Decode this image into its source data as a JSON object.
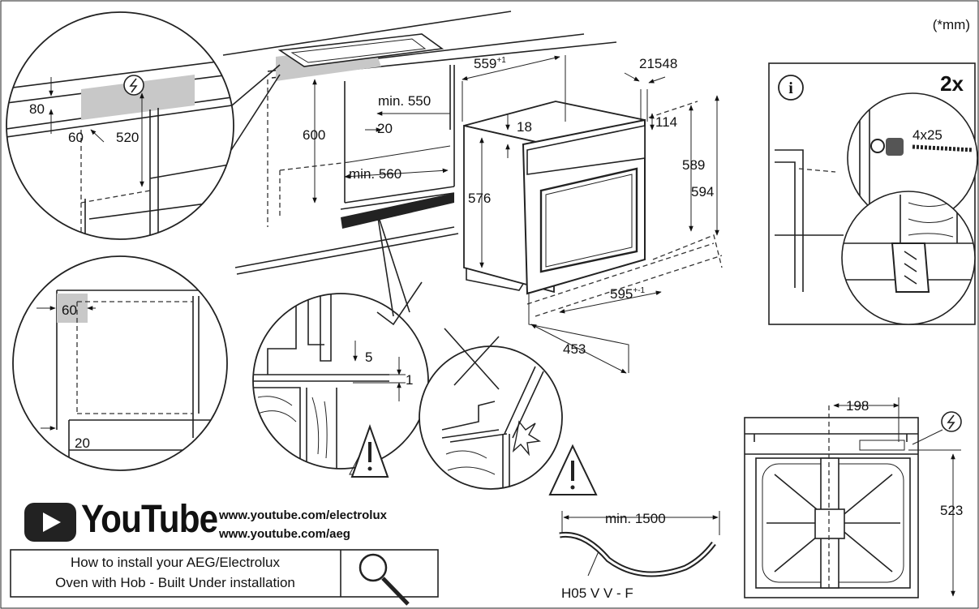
{
  "unit_note": "(*mm)",
  "worktop": {
    "dim_600": "600",
    "dim_min550": "min. 550",
    "dim_20": "20",
    "dim_min560": "min. 560"
  },
  "oven": {
    "dim_559": "559",
    "dim_559_sup": "+1",
    "dim_21548": "21548",
    "dim_18": "18",
    "dim_114": "114",
    "dim_576": "576",
    "dim_589": "589",
    "dim_594": "594",
    "dim_595": "595",
    "dim_595_sup": "+-1",
    "dim_453": "453"
  },
  "circle_top": {
    "dim_80": "80",
    "dim_60": "60",
    "dim_520": "520"
  },
  "circle_left": {
    "dim_60": "60",
    "dim_20": "20"
  },
  "circle_mid": {
    "dim_5": "5",
    "dim_1": "1"
  },
  "info_box": {
    "count": "2x",
    "screw": "4x25"
  },
  "cable": {
    "dim": "min. 1500",
    "type": "H05 V V - F"
  },
  "rear": {
    "dim_198": "198",
    "dim_523": "523"
  },
  "youtube": {
    "logo_text": "YouTube",
    "link1": "www.youtube.com/electrolux",
    "link2": "www.youtube.com/aeg"
  },
  "search_box": {
    "line1": "How to install your AEG/Electrolux",
    "line2": "Oven with Hob - Built Under installation"
  }
}
